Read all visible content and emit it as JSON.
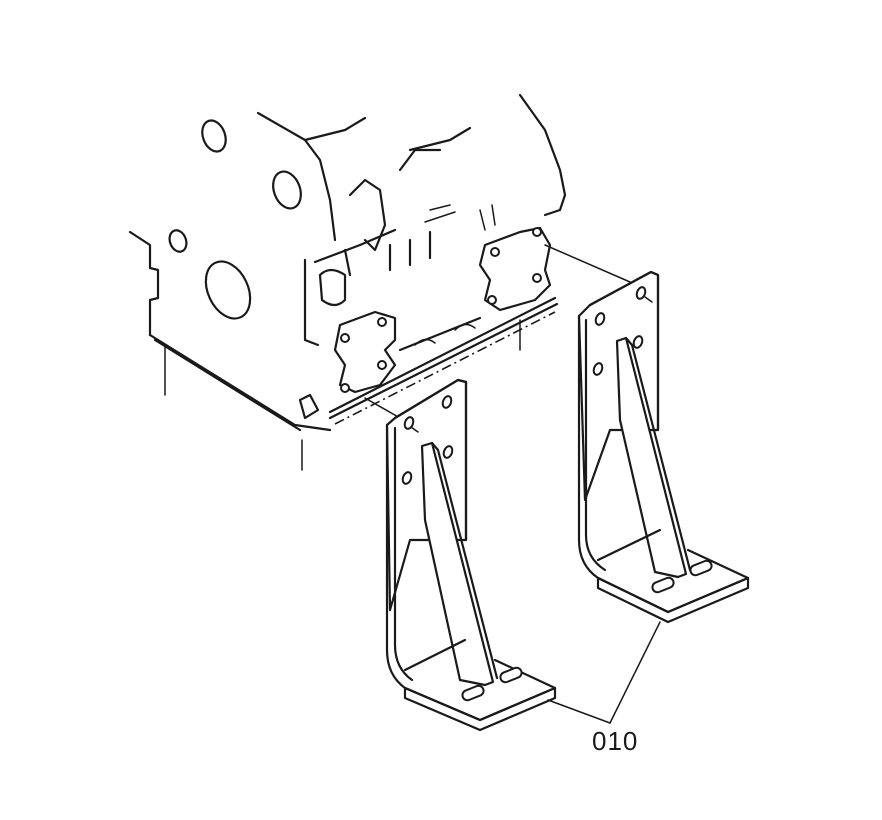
{
  "diagram": {
    "type": "exploded parts illustration",
    "components": [
      {
        "id": "engine-block",
        "description": "Engine block (lower portion with oil pan flange)"
      },
      {
        "id": "bracket-left",
        "description": "Engine mounting bracket, front"
      },
      {
        "id": "bracket-right",
        "description": "Engine mounting bracket, rear"
      }
    ],
    "callouts": [
      {
        "label": "010",
        "refers_to": [
          "bracket-left",
          "bracket-right"
        ]
      }
    ]
  },
  "colors": {
    "line": "#1a1a1a",
    "background": "#ffffff"
  }
}
